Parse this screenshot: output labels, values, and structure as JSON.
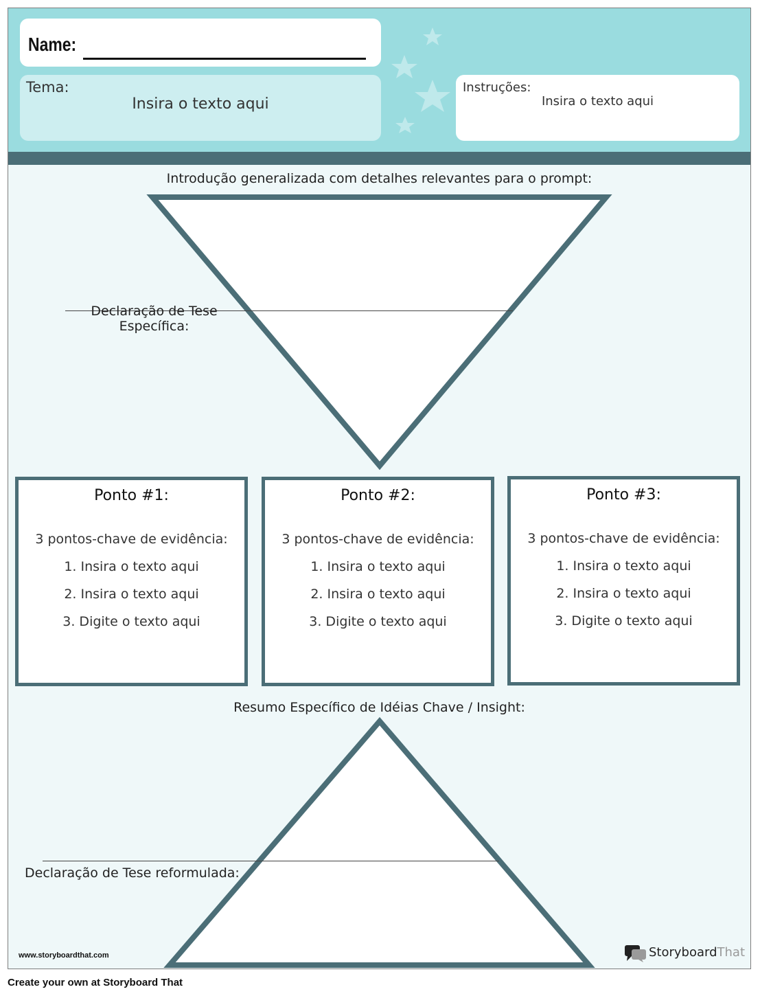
{
  "header": {
    "name_label": "Name:",
    "tema_label": "Tema:",
    "tema_text": "Insira o texto aqui",
    "instructions_label": "Instruções:",
    "instructions_text": "Insira o texto aqui"
  },
  "intro": {
    "label": "Introdução generalizada com detalhes relevantes para o prompt:",
    "thesis_label_line1": "Declaração de Tese",
    "thesis_label_line2": "Específica:"
  },
  "points": [
    {
      "title": "Ponto #1:",
      "subtitle": "3 pontos-chave de evidência:",
      "items": [
        "1. Insira o texto aqui",
        "2. Insira o texto aqui",
        "3. Digite o texto aqui"
      ]
    },
    {
      "title": "Ponto #2:",
      "subtitle": "3 pontos-chave de evidência:",
      "items": [
        "1. Insira o texto aqui",
        "2. Insira o texto aqui",
        "3. Digite o texto aqui"
      ]
    },
    {
      "title": "Ponto #3:",
      "subtitle": "3 pontos-chave de evidência:",
      "items": [
        "1. Insira o texto aqui",
        "2. Insira o texto aqui",
        "3. Digite o texto aqui"
      ]
    }
  ],
  "summary": {
    "label": "Resumo Específico de Idéias Chave / Insight:",
    "restated_thesis_label": "Declaração de Tese reformulada:"
  },
  "footer": {
    "url": "www.storyboardthat.com",
    "logo_part1": "Storyboard",
    "logo_part2": "That",
    "caption": "Create your own at Storyboard That"
  },
  "colors": {
    "header_bg": "#9adcdf",
    "band": "#4b6e77",
    "sheet_bg": "#eff8f9",
    "outline": "#4b6e77"
  },
  "icons": [
    "star-icon",
    "storyboardthat-logo-icon"
  ]
}
